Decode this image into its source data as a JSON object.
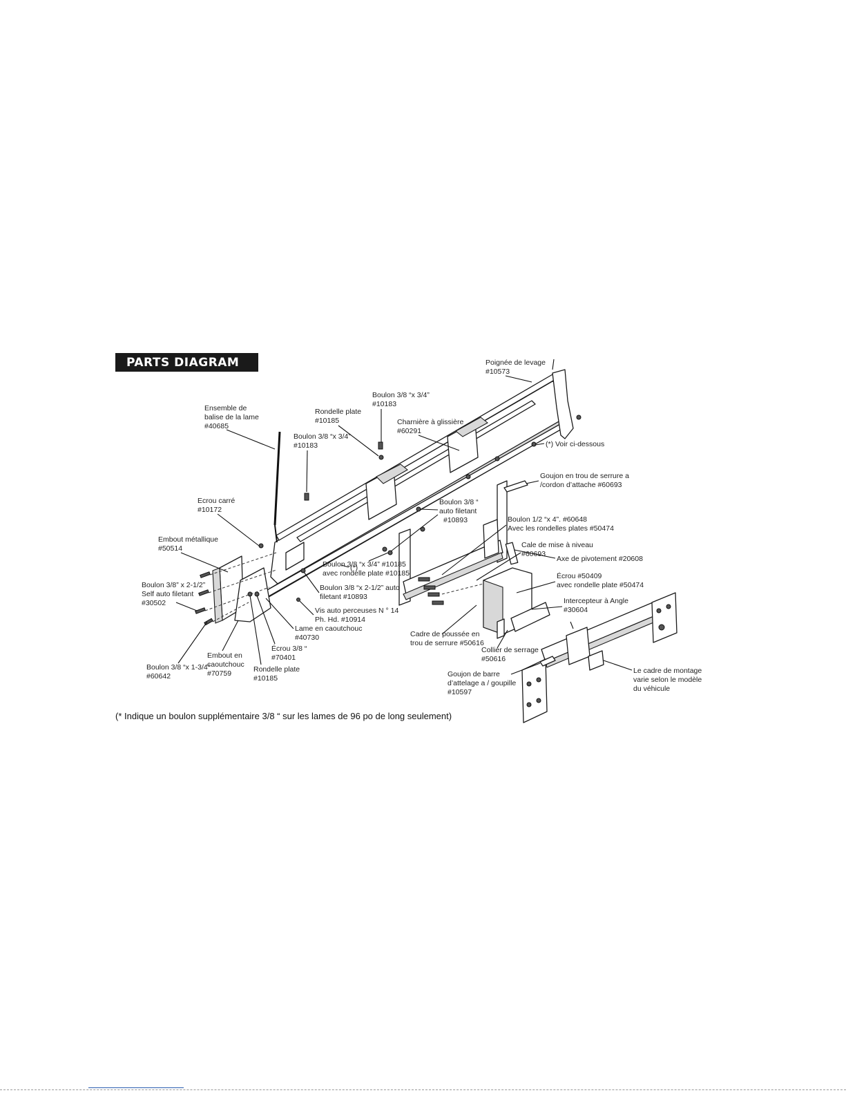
{
  "header": {
    "title": "PARTS DIAGRAM"
  },
  "colors": {
    "header_bg": "#1a1a1a",
    "line": "#111111",
    "fill_light": "#d8d8d8"
  },
  "labels": {
    "poignee": [
      "Poignée de levage",
      "#10573"
    ],
    "boulon_top": [
      "Boulon 3/8 “x 3/4”",
      "#10183"
    ],
    "rondelle_top": [
      "Rondelle plate",
      "#10185"
    ],
    "charniere": [
      "Charnière à glissière",
      "#60291"
    ],
    "voir": [
      "(*) Voir ci-dessous"
    ],
    "ensemble": [
      "Ensemble de",
      "balise de la lame",
      "#40685"
    ],
    "boulon_left": [
      "Boulon 3/8 “x 3/4”",
      "#10183"
    ],
    "goujon_serrure": [
      "Goujon en trou de serrure a",
      "/cordon d’attache #60693"
    ],
    "ecrou_carre": [
      "Ecrou carré",
      "#10172"
    ],
    "boulon_auto": [
      "Boulon 3/8 “",
      "auto filetant",
      "#10893"
    ],
    "boulon_half": [
      "Boulon  1/2 “x 4”.  #60648",
      "Avec les rondelles plates #50474"
    ],
    "embout_met": [
      "Embout métallique",
      "#50514"
    ],
    "cale": [
      "Cale de mise à niveau",
      "#60693"
    ],
    "axe": [
      "Axe de pivotement #20608"
    ],
    "boulon_rondelle": [
      "Boulon 3/8 “x 3/4”  #10185",
      "avec rondelle plate #10185"
    ],
    "ecrou_50409": [
      "Écrou #50409",
      "avec rondelle plate #50474"
    ],
    "boulon_self": [
      "Boulon 3/8” x 2-1/2”",
      "Self auto filetant",
      "#30502"
    ],
    "boulon_212": [
      "Boulon 3/8 “x 2-1/2” auto",
      "filetant #10893"
    ],
    "intercepteur": [
      "Intercepteur à Angle",
      "#30604"
    ],
    "vis": [
      "Vis auto perceuses N ° 14",
      "Ph. Hd.  #10914"
    ],
    "lame": [
      "Lame en caoutchouc",
      "#40730"
    ],
    "cadre": [
      "Cadre de poussée en",
      "trou de serrure #50616"
    ],
    "collier": [
      "Collier de serrage",
      "#50616"
    ],
    "ecrou_38": [
      "Écrou 3/8 “",
      "#70401"
    ],
    "embout_caou": [
      "Embout en",
      "caoutchouc",
      "#70759"
    ],
    "boulon_134": [
      "Boulon 3/8 “x 1-3/4”",
      "#60642"
    ],
    "rondelle_bot": [
      "Rondelle plate",
      "#10185"
    ],
    "goujon_barre": [
      "Goujon de barre",
      "d’attelage a / goupille",
      "#10597"
    ],
    "cadre_montage": [
      "Le cadre de montage",
      "varie selon le modèle",
      "du véhicule"
    ],
    "asterisk": [
      "(*)"
    ]
  },
  "footnote": "(* Indique un boulon supplémentaire 3/8 “ sur les lames de 96 po de long seulement)"
}
